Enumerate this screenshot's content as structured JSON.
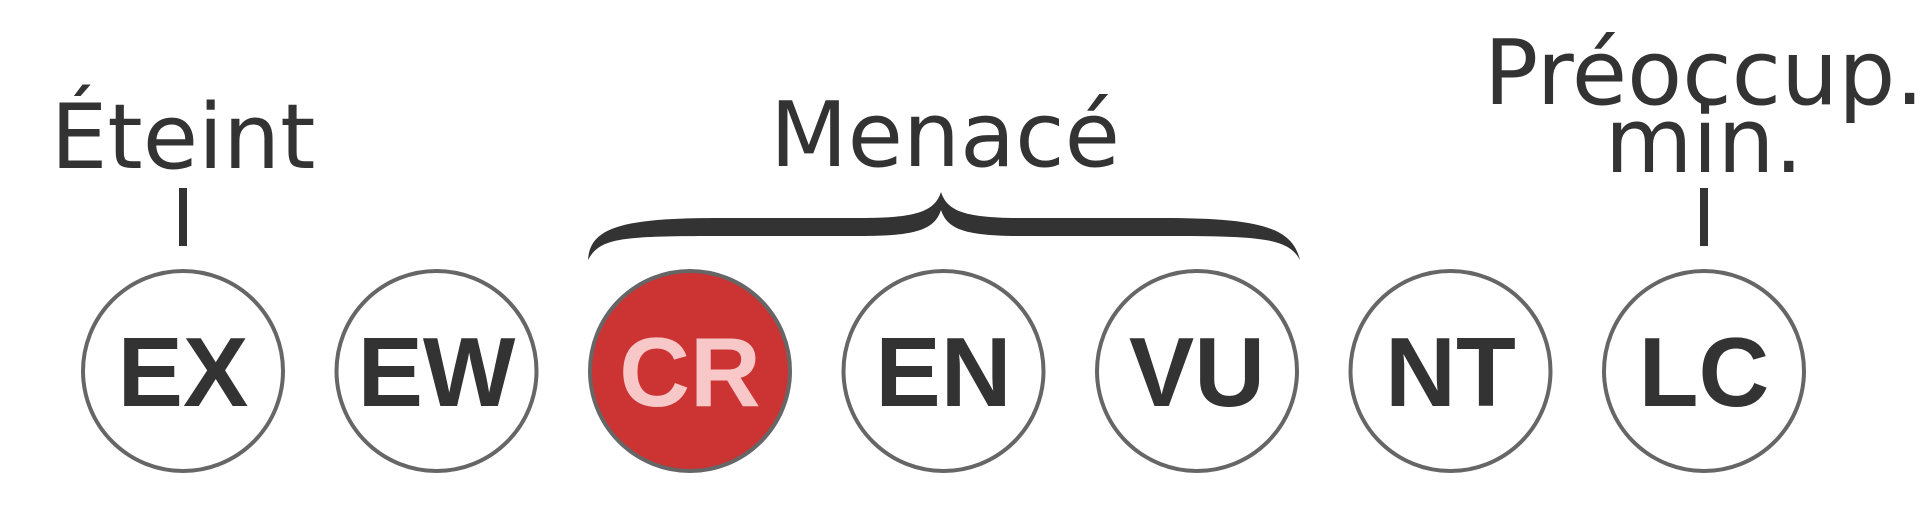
{
  "groups": {
    "extinct": {
      "label": "Éteint"
    },
    "threatened": {
      "label": "Menacé"
    },
    "least_concern": {
      "label_line1": "Préoccup.",
      "label_line2": "min."
    }
  },
  "categories": [
    {
      "code": "EX",
      "selected": false
    },
    {
      "code": "EW",
      "selected": false
    },
    {
      "code": "CR",
      "selected": true
    },
    {
      "code": "EN",
      "selected": false
    },
    {
      "code": "VU",
      "selected": false
    },
    {
      "code": "NT",
      "selected": false
    },
    {
      "code": "LC",
      "selected": false
    }
  ],
  "colors": {
    "text": "#333333",
    "circle_stroke": "#666666",
    "circle_fill": "#ffffff",
    "selected_fill": "#cc3333",
    "selected_text": "#f8c8c8"
  }
}
